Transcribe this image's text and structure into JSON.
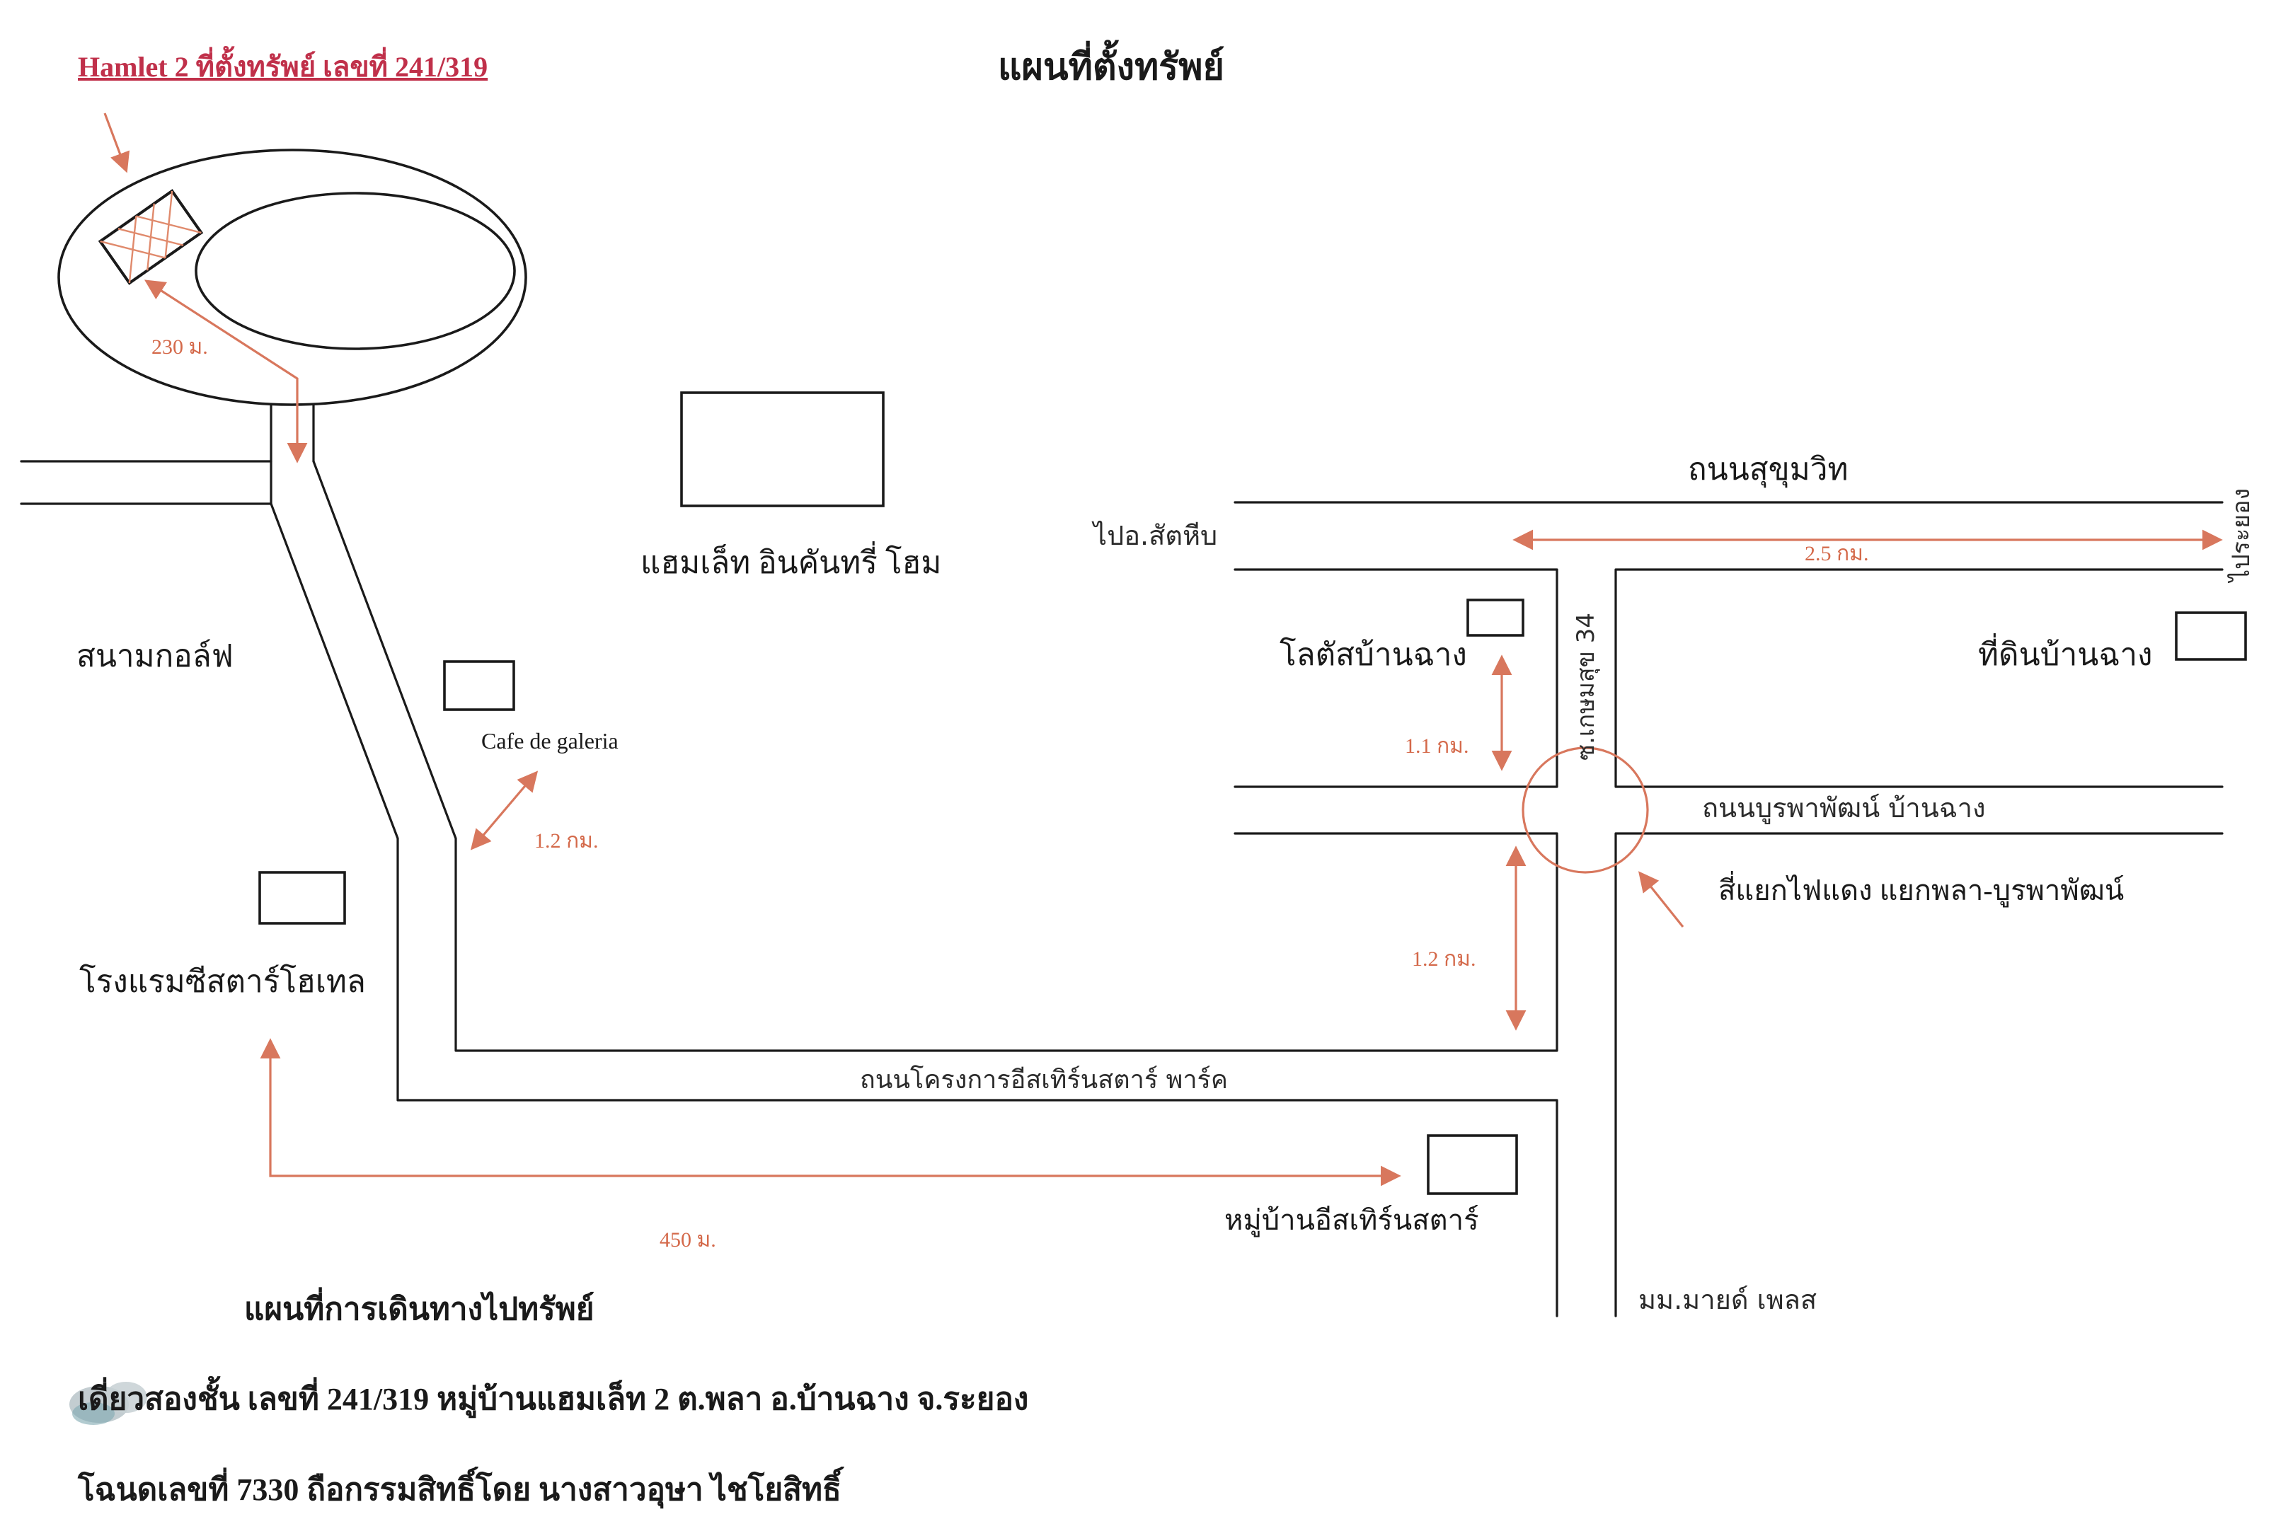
{
  "header": {
    "title": "แผนที่ตั้งทรัพย์",
    "property_tag": "Hamlet 2 ที่ตั้งทรัพย์ เลขที่ 241/319"
  },
  "places": {
    "golf": "สนามกอล์ฟ",
    "hamlet_infinity": "แฮมเล็ท อินคันทรี่ โฮม",
    "cafe": "Cafe de galeria",
    "seastar": "โรงแรมซีสตาร์โฮเทล",
    "lotus": "โลตัสบ้านฉาง",
    "land": "ที่ดินบ้านฉาง",
    "eastern_village": "หมู่บ้านอีสเทิร์นสตาร์",
    "intersection": "สี่แยกไฟแดง แยกพลา-บูรพาพัฒน์"
  },
  "roads": {
    "sukhumvit": "ถนนสุขุมวิท",
    "burapha": "ถนนบูรพาพัฒน์ บ้านฉาง",
    "eastern_star_road": "ถนนโครงการอีสเทิร์นสตาร์ พาร์ค",
    "kasem_soi": "ซ.เกษมสุข 34",
    "left_road_end": "ไปอ.สัตหีบ",
    "right_road_end": "ไประยอง",
    "bottom_village": "มม.มายด์ เพลส"
  },
  "distances": {
    "d230": "230 ม.",
    "d25": "2.5 กม.",
    "d11": "1.1 กม.",
    "d12_cafe": "1.2 กม.",
    "d12_south": "1.2 กม.",
    "d450": "450 ม."
  },
  "footer": {
    "heading": "แผนที่การเดินทางไปทรัพย์",
    "line1": "เดี่ยวสองชั้น เลขที่ 241/319 หมู่บ้านแฮมเล็ท 2 ต.พลา อ.บ้านฉาง จ.ระยอง",
    "line2": "โฉนดเลขที่ 7330 ถือกรรมสิทธิ์โดย นางสาวอุษา ไชโยสิทธิ์"
  },
  "colors": {
    "ink": "#1a1a1a",
    "annotation": "#d8775d",
    "title_red": "#c0304a"
  }
}
